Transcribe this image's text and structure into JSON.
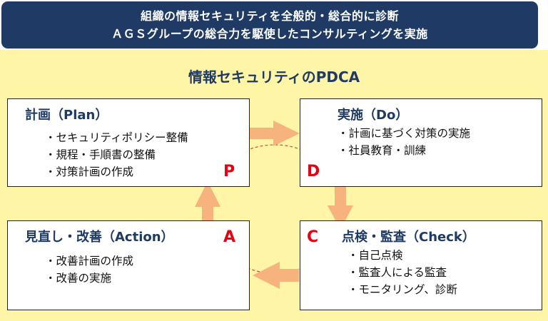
{
  "banner": {
    "line1": "組織の情報セキュリティを全般的・総合的に診断",
    "line2": "ＡＧＳグループの総合力を駆使したコンサルティングを実施"
  },
  "title": "情報セキュリティのPDCA",
  "plan": {
    "heading": "計画（Plan）",
    "items": [
      "・セキュリティポリシー整備",
      "・規程・手順書の整備",
      "・対策計画の作成"
    ]
  },
  "do": {
    "heading": "実施（Do）",
    "items": [
      "・計画に基づく対策の実施",
      "・社員教育・訓練"
    ]
  },
  "check": {
    "heading": "点検・監査（Check）",
    "items": [
      "・自己点検",
      "・監査人による監査",
      "・モニタリング、診断"
    ]
  },
  "action": {
    "heading": "見直し・改善（Action）",
    "items": [
      "・改善計画の作成",
      "・改善の実施"
    ]
  },
  "cycle_letters": {
    "p": "P",
    "d": "D",
    "c": "C",
    "a": "A"
  },
  "colors": {
    "banner": "#1f3a64",
    "panel": "#fff5a6",
    "arrow": "#f7b37e",
    "letter": "#e60012",
    "circle": "#c0504d"
  }
}
